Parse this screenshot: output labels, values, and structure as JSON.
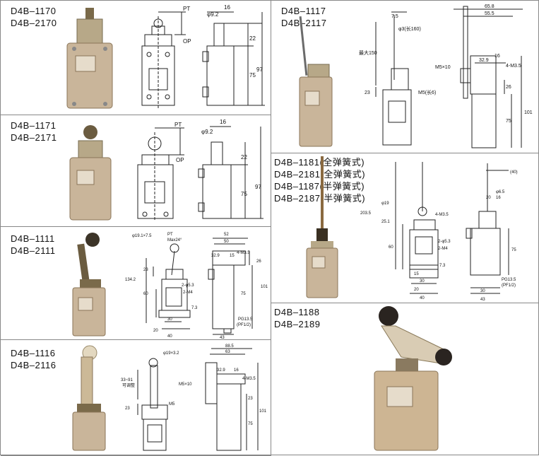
{
  "panels": [
    {
      "models": [
        "D4B–1170",
        "D4B–2170"
      ],
      "dims": {
        "pt": "PT",
        "op": "OP",
        "d92": "φ9.2",
        "d16": "16",
        "d22": "22",
        "d75": "75",
        "d97": "97"
      }
    },
    {
      "models": [
        "D4B–1171",
        "D4B–2171"
      ],
      "dims": {
        "pt": "PT",
        "op": "OP",
        "d92": "φ9.2",
        "d16": "16",
        "d22": "22",
        "d75": "75",
        "d97": "97"
      }
    },
    {
      "models": [
        "D4B–1111",
        "D4B–2111"
      ],
      "dims": {
        "roll": "φ19.1×7.5",
        "pt": "PT",
        "max": "Max24°",
        "d52": "52",
        "d50": "50",
        "d329": "32.9",
        "d15": "15",
        "m35": "4-M3.5",
        "d26": "26",
        "d1342": "134.2",
        "d23": "23",
        "d60": "60",
        "d53": "2-φ5.3",
        "m4": "2-M4",
        "d73": "7.3",
        "d101": "101",
        "d75": "75",
        "d30": "30",
        "d20": "20",
        "d40": "40",
        "pg": "PG13.5",
        "pf": "(PF1/2)",
        "d43": "43"
      }
    },
    {
      "models": [
        "D4B–1116",
        "D4B–2116"
      ],
      "dims": {
        "roll": "φ19×3.2",
        "range": "33~91",
        "adj": "可调整",
        "d23": "23",
        "m5": "M5",
        "d885": "88.5",
        "d63": "63",
        "m5x10": "M5×10",
        "d329": "32.9",
        "d16": "16",
        "m35": "4-M3.5",
        "d23b": "23",
        "d75": "75",
        "d101": "101"
      }
    },
    {
      "models": [
        "D4B–1117",
        "D4B–2117"
      ],
      "dims": {
        "d75": "7.5",
        "d3": "φ3(长160)",
        "max150": "最大150",
        "d23": "23",
        "m5": "M5(长6)",
        "d658": "65.8",
        "d555": "55.5",
        "m5x10": "M5×10",
        "d329": "32.9",
        "d16": "16",
        "m35": "4-M3.5",
        "d26": "26",
        "d75b": "75",
        "d101": "101"
      }
    },
    {
      "models": [
        "D4B–1181(全弹簧式)",
        "D4B–2181(全弹簧式)",
        "D4B–1187(半弹簧式)",
        "D4B–2187(半弹簧式)"
      ],
      "dims": {
        "d19": "φ19",
        "d2035": "203.5",
        "d251": "25.1",
        "m35": "4-M3.5",
        "d53": "2-φ5.3",
        "m4": "2-M4",
        "d60": "60",
        "d73": "7.3",
        "d15": "15",
        "d30": "30",
        "d20": "20",
        "d40": "40",
        "d40b": "(40)",
        "d65": "φ6.5",
        "d16": "16",
        "d20b": "20",
        "d75": "75",
        "pg": "PG13.5",
        "pf": "(PF1/2)",
        "d30b": "30",
        "d43": "43"
      }
    },
    {
      "models": [
        "D4B–1188",
        "D4B–2189"
      ]
    }
  ]
}
